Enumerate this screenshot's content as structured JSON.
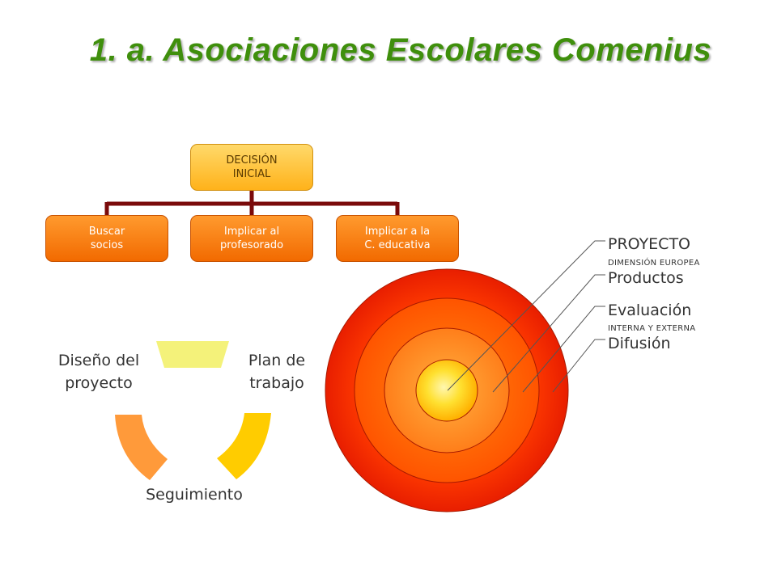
{
  "title": "1. a. Asociaciones Escolares Comenius",
  "org_chart": {
    "root": "DECISIÓN\nINICIAL",
    "children": [
      "Buscar\nsocios",
      "Implicar al\nprofesorado",
      "Implicar a la\nC. educativa"
    ]
  },
  "cycle": {
    "labels": [
      "Diseño del\nproyecto",
      "Plan de\ntrabajo",
      "Seguimiento"
    ]
  },
  "layers": {
    "items": [
      {
        "title": "PROYECTO",
        "subtitle": "DIMENSIÓN EUROPEA"
      },
      {
        "title": "Productos",
        "subtitle": ""
      },
      {
        "title": "Evaluación",
        "subtitle": "INTERNA Y EXTERNA"
      },
      {
        "title": "Difusión",
        "subtitle": ""
      }
    ]
  },
  "colors": {
    "title": "#3f8f0c",
    "connector": "#7a0a0a",
    "outer_ring": "#ff2a00",
    "ring_2": "#ff5a00",
    "ring_3": "#ff8a1a",
    "core": "#ffd000",
    "cycle_top": "#f4f27a",
    "cycle_right": "#ffcc00",
    "cycle_left": "#ff9a3a"
  }
}
